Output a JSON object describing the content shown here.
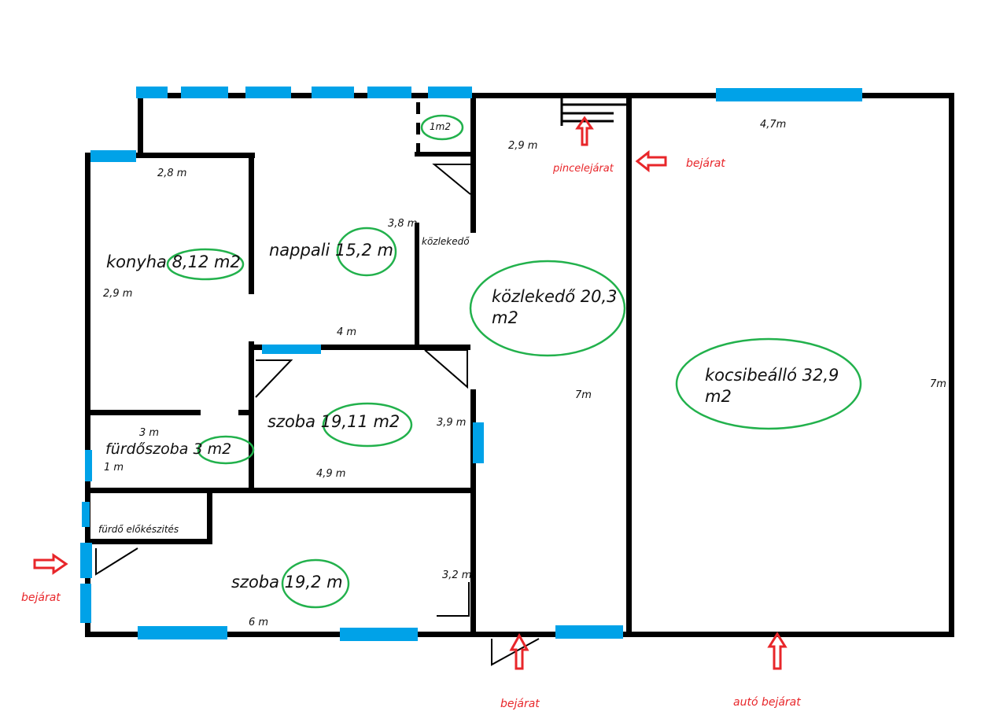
{
  "colors": {
    "wall": "#000000",
    "window": "#00a2e8",
    "area_circle": "#22b14c",
    "arrow": "#e8262a"
  },
  "rooms": {
    "konyha": "konyha 8,12 m2",
    "nappali": "nappali 15,2 m",
    "kozlekedo_main": "közlekedő 20,3 m2",
    "kocsibeallo": "kocsibeálló 32,9 m2",
    "szoba1": "szoba 19,11 m2",
    "furdoszoba": "fürdőszoba 3 m2",
    "furdo_elokeszites": "fürdő előkészités",
    "szoba2": "szoba 19,2 m",
    "kozlekedo_small": "közlekedő",
    "closet": "1m2"
  },
  "dimensions": {
    "konyha_w": "2,8 m",
    "konyha_h": "2,9 m",
    "nappali_h": "3,8 m",
    "nappali_w": "4 m",
    "kozlekedo_w": "2,9 m",
    "kozlekedo_h": "7m",
    "kocsi_w": "4,7m",
    "kocsi_h": "7m",
    "szoba1_h": "3,9 m",
    "szoba1_w": "4,9 m",
    "furdo_w": "3 m",
    "furdo_h": "1 m",
    "szoba2_h": "3,2 m",
    "szoba2_w": "6 m"
  },
  "entrances": {
    "pince": "pincelejárat",
    "side": "bejárat",
    "left": "bejárat",
    "bottom": "bejárat",
    "auto": "autó bejárat"
  }
}
